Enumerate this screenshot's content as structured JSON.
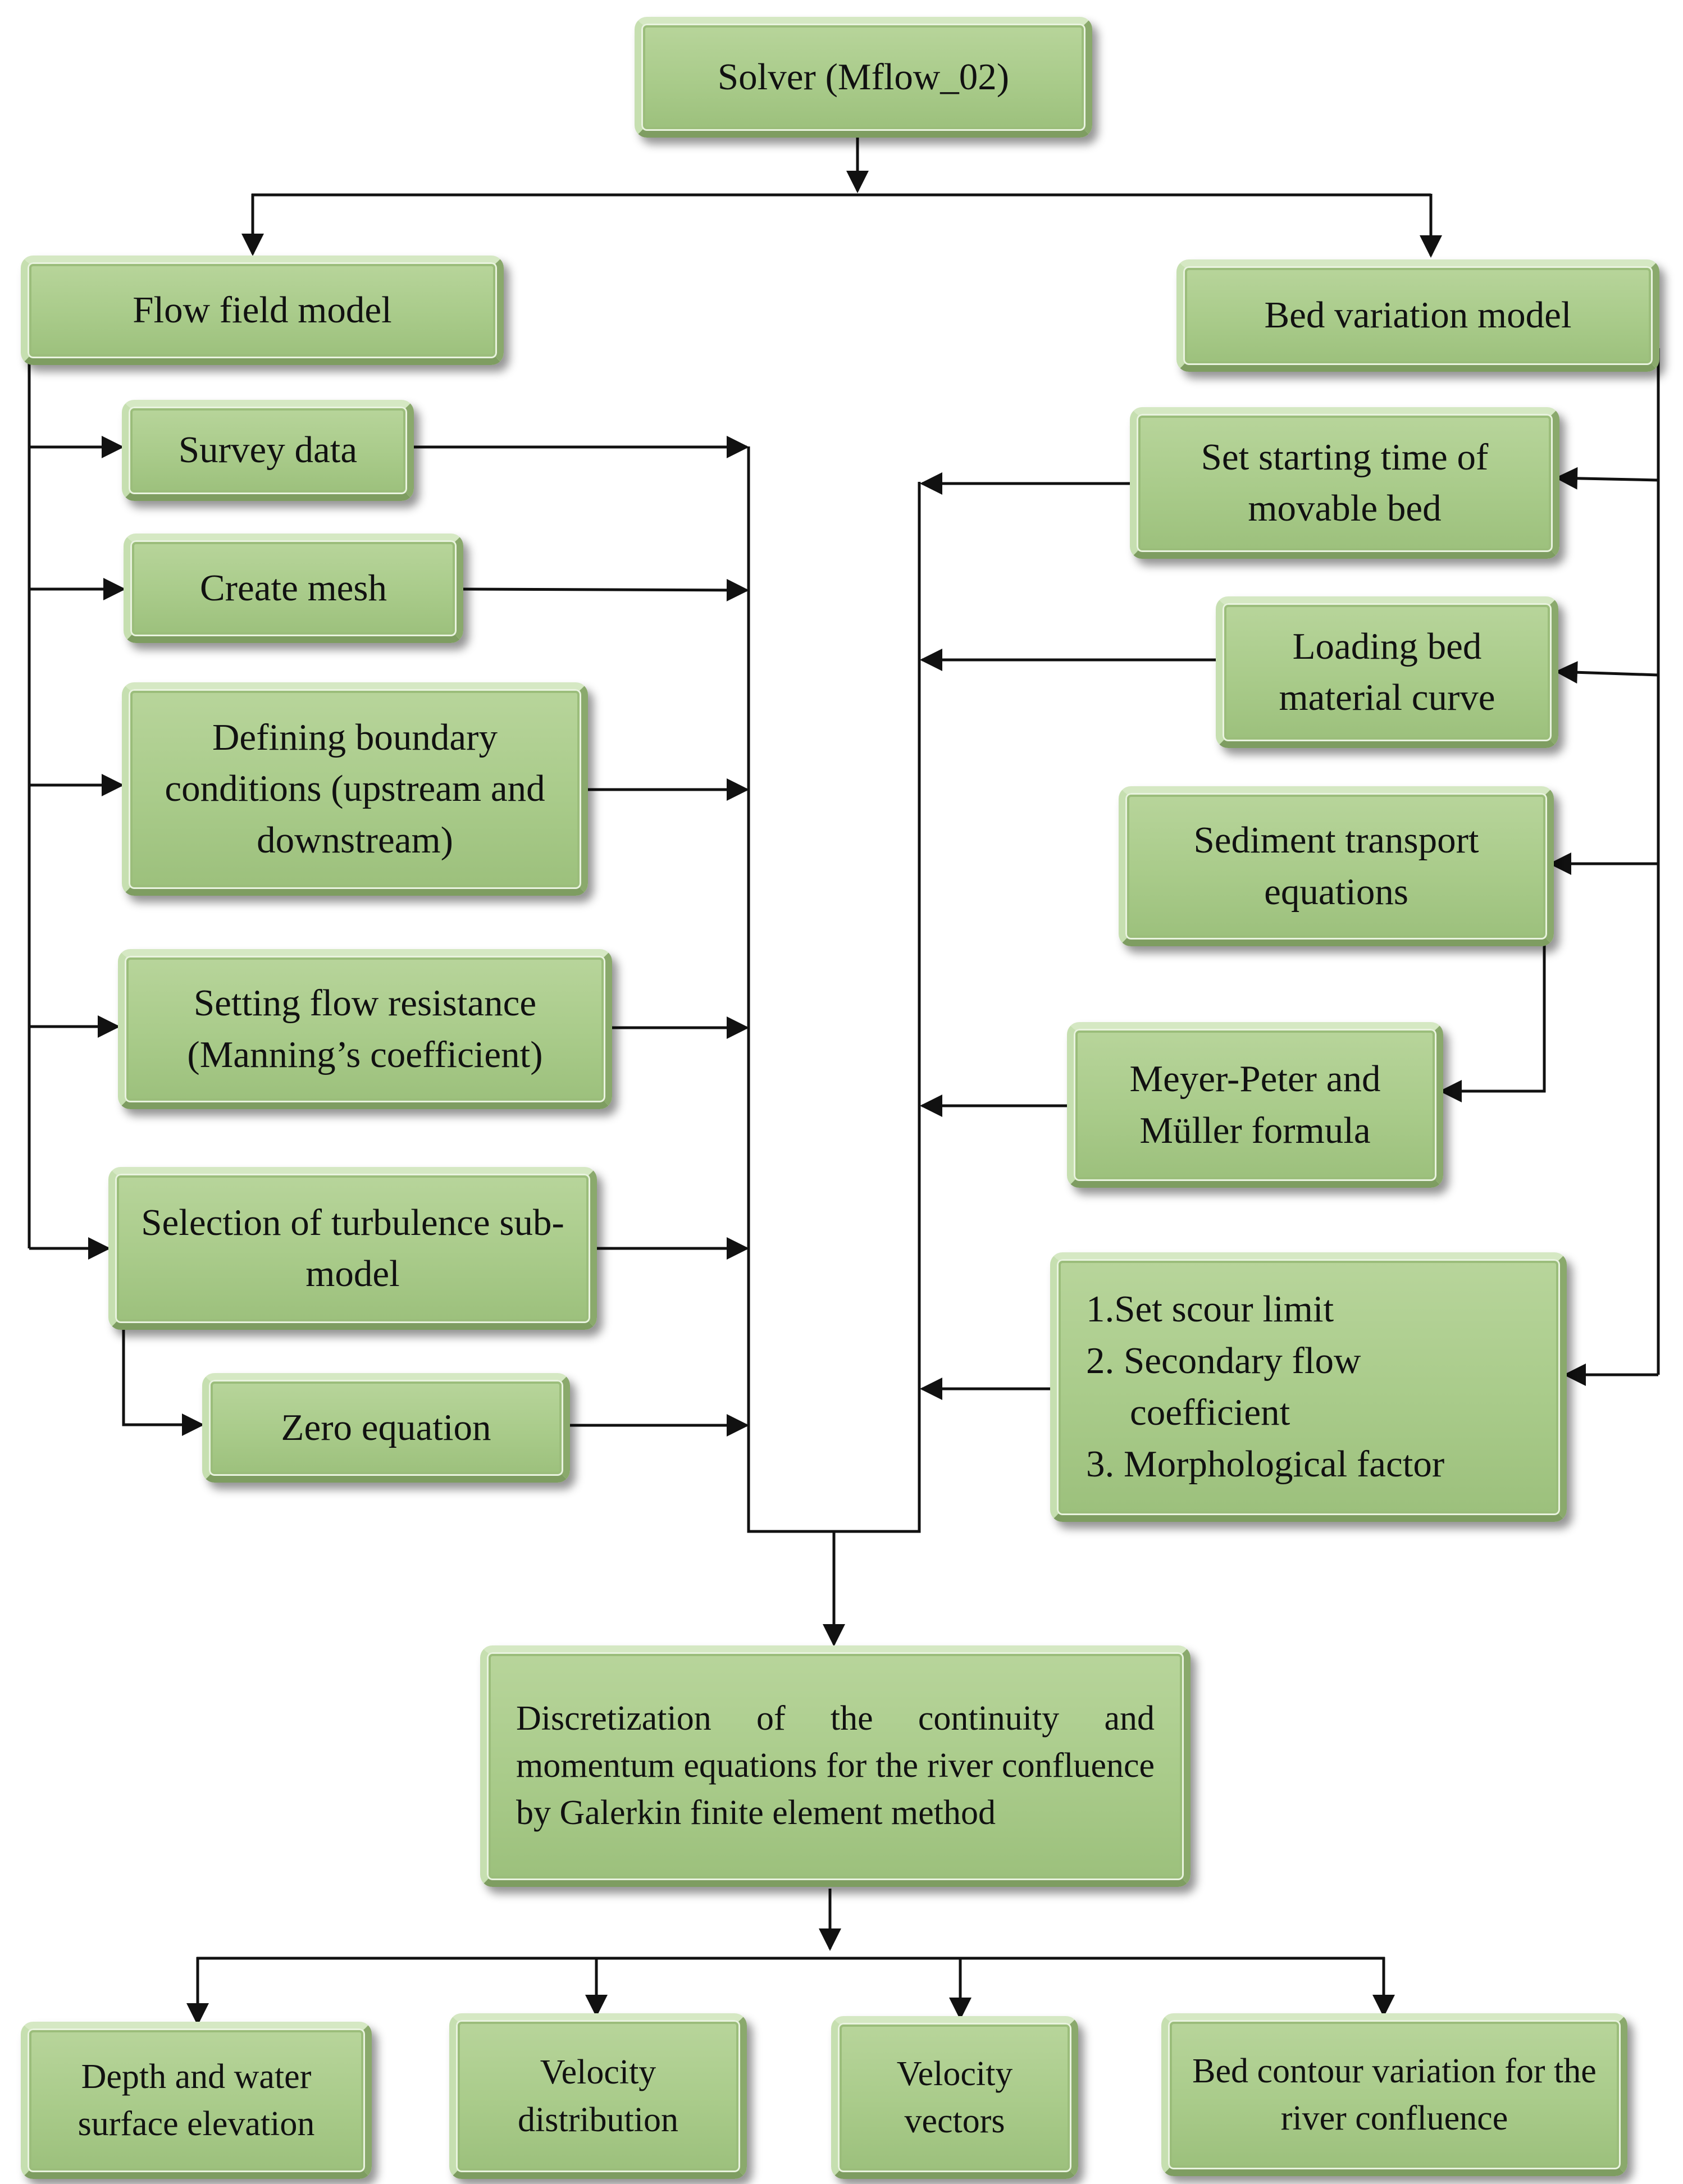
{
  "solver": "Solver (Mflow_02)",
  "flow_field": {
    "title": "Flow field model",
    "steps": [
      "Survey data",
      "Create mesh",
      "Defining boundary conditions (upstream and downstream)",
      "Setting flow resistance (Manning’s coefficient)",
      "Selection of turbulence sub-model"
    ],
    "sub_step": "Zero equation"
  },
  "bed_variation": {
    "title": "Bed variation model",
    "steps": [
      "Set starting time of movable bed",
      "Loading bed material curve",
      "Sediment transport equations"
    ],
    "formula": "Meyer-Peter and Müller formula",
    "parameters": [
      "1.Set scour limit",
      "2. Secondary flow",
      "coefficient",
      "3. Morphological factor"
    ]
  },
  "discretization": "Discretization of the continuity and momentum equations for the river confluence by Galerkin finite element method",
  "outputs": [
    "Depth and water surface elevation",
    "Velocity distribution",
    "Velocity vectors",
    "Bed contour variation for the river confluence"
  ]
}
